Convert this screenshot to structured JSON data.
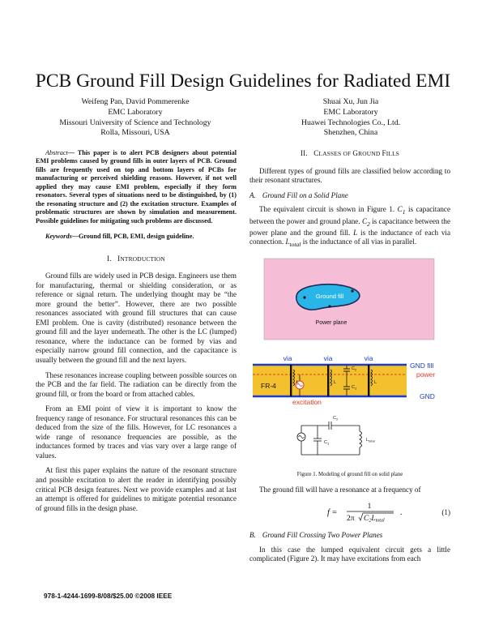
{
  "title": "PCB Ground Fill Design Guidelines for Radiated EMI",
  "authors": [
    {
      "names": "Weifeng Pan, David Pommerenke",
      "affiliation1": "EMC Laboratory",
      "affiliation2": "Missouri University of Science and Technology",
      "location": "Rolla, Missouri, USA"
    },
    {
      "names": "Shuai Xu, Jun Jia",
      "affiliation1": "EMC Laboratory",
      "affiliation2": "Huawei Technologies Co., Ltd.",
      "location": "Shenzhen, China"
    }
  ],
  "abstract": {
    "lead": "Abstract",
    "dash": "— ",
    "text": "This paper is to alert PCB designers about potential EMI problems caused by ground fills in outer layers of PCB. Ground fills are frequently used on top and bottom layers of PCBs for manufacturing or perceived shielding reasons. However, if not well applied they may cause EMI problem, especially if they form resonators. Several types of situations need to be distinguished, by (1) the resonating structure and (2) the excitation structure. Examples of problematic structures are shown by simulation and measurement. Possible guidelines for mitigating such problems are discussed."
  },
  "keywords": {
    "lead": "Keywords",
    "dash": "—",
    "text": "Ground fill, PCB, EMI, design guideline."
  },
  "section1": {
    "num": "I.",
    "head_first": "I",
    "head_rest": "NTRODUCTION"
  },
  "section2": {
    "num": "II.",
    "w1_first": "C",
    "w1_rest": "LASSES OF ",
    "w2_first": "G",
    "w2_rest": "ROUND ",
    "w3_first": "F",
    "w3_rest": "ILLS"
  },
  "intro_paragraphs": [
    "Ground fills are widely used in PCB design. Engineers use them for manufacturing, thermal or shielding consideration, or as reference or signal return. The underlying thought may be “the more ground the better”. However, there are two possible resonances associated with ground fill structures that can cause EMI problem. One is cavity (distributed) resonance between the ground fill and the layer underneath. The other is the LC (lumped) resonance, where the inductance can be formed by vias and especially narrow ground fill connection, and the capacitance is usually between the ground fill and the next layers.",
    "These resonances increase coupling between possible sources on the PCB and the far field. The radiation can be directly from the ground fill, or from the board or from attached cables.",
    "From an EMI point of view it is important to know the frequency range of resonance. For structural resonances this can be deduced from the size of the fills. However, for LC resonances a wide range of resonance frequencies are possible, as the inductances formed by traces and vias vary over a large range of values.",
    "At first this paper explains the nature of the resonant structure and possible excitation to alert the reader in identifying possibly critical PCB design features. Next we provide examples and at last an attempt is offered for guidelines to mitigate potential resonance of ground fills in the design phase."
  ],
  "classes_intro": "Different types of ground fills are classified below according to their resonant structures.",
  "subsection_a": {
    "label": "A.",
    "title": "Ground Fill on a Solid Plane"
  },
  "para_a": {
    "p1": "The equivalent circuit is shown in Figure 1. ",
    "c1": "C",
    "c1sub": "1",
    "p2": " is capacitance between the power and ground plane. ",
    "c2": "C",
    "c2sub": "2",
    "p3": " is capacitance between the power plane and the ground fill. ",
    "l": "L",
    "p4": " is the inductance of each via connection. ",
    "lt": "L",
    "ltsub": "total",
    "p5": " is the inductance of all vias in parallel."
  },
  "figure1": {
    "ground_fill_label": "Ground fill",
    "power_plane_label": "Power plane",
    "via_labels": [
      "via",
      "via",
      "via"
    ],
    "gnd_fill_label": "GND fill",
    "power_label": "power",
    "fr4_label": "FR-4",
    "gnd_label": "GND",
    "excitation_label": "excitation",
    "l_label": "L",
    "c2_label": "C",
    "c2_sub": "2",
    "c1_label": "C",
    "c1_sub": "1",
    "ltotal_label": "L",
    "ltotal_sub": "total",
    "caption": "Figure 1. Modeling of ground fill on solid plane",
    "colors": {
      "plane": "#f6bed6",
      "fill": "#29b5e8",
      "fill_border": "#1a2a55",
      "fr4": "#f4c12e",
      "layer_line": "#1f3cc8",
      "accent_red": "#e23a2a"
    }
  },
  "resonance_text": "The ground fill will have a resonance at a frequency of",
  "equation": {
    "f": "f",
    "eq": " = ",
    "num": "1",
    "twopi": "2π",
    "c2": "C",
    "c2sub": "2",
    "l": "L",
    "lsub": "total",
    "tail": ".",
    "number": "(1)"
  },
  "subsection_b": {
    "label": "B.",
    "title": "Ground Fill Crossing Two Power Planes"
  },
  "para_b": "In this case the lumped equivalent circuit gets a little complicated (Figure 2). It may have excitations from each",
  "footer": "978-1-4244-1699-8/08/$25.00 ©2008 IEEE"
}
